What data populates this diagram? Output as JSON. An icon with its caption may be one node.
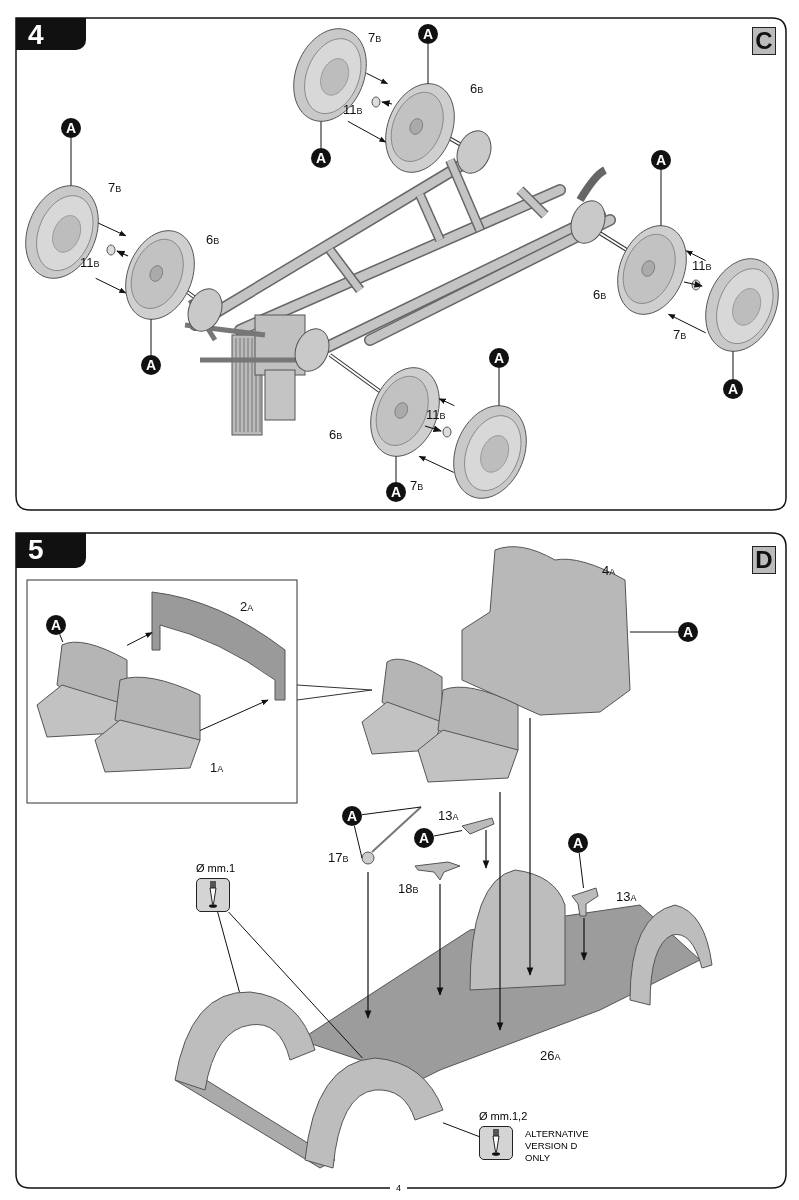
{
  "diagram": {
    "nodes": [
      {
        "text": [
          "A"
        ]
      },
      {
        "text": [
          "A"
        ]
      },
      {
        "text": [
          "A"
        ]
      },
      {
        "text": [
          "A"
        ]
      },
      {
        "text": [
          "A"
        ]
      },
      {
        "text": [
          "A"
        ]
      },
      {
        "text": [
          "A"
        ]
      },
      {
        "text": [
          "A"
        ]
      },
      {
        "text": [
          "A"
        ]
      },
      {
        "text": [
          "A"
        ]
      },
      {
        "text": [
          "A"
        ]
      },
      {
        "text": [
          "A"
        ]
      },
      {
        "text": [
          "A"
        ]
      },
      {
        "text": [
          "Ø mm.1"
        ]
      },
      {
        "text": [
          "Ø mm.1,2"
        ],
        "beside": [
          "ALTERNATIVE VERSION D ONLY"
        ]
      },
      {
        "text": [],
        "shape": "picture"
      },
      {
        "text": [],
        "shape": "picture"
      },
      {
        "text": [],
        "shape": "picture"
      },
      {
        "text": [],
        "shape": "picture"
      },
      {
        "text": [],
        "shape": "picture"
      },
      {
        "text": [],
        "shape": "picture"
      },
      {
        "text": [],
        "shape": "picture"
      },
      {
        "text": [],
        "shape": "picture"
      },
      {
        "text": [],
        "shape": "picture"
      },
      {
        "text": [],
        "shape": "picture"
      },
      {
        "text": [],
        "shape": "picture"
      },
      {
        "text": [],
        "shape": "picture"
      },
      {
        "text": [],
        "shape": "picture"
      },
      {
        "text": [],
        "shape": "picture"
      },
      {
        "text": [],
        "shape": "picture"
      },
      {
        "text": [],
        "shape": "picture"
      },
      {
        "text": [],
        "shape": "picture"
      },
      {
        "text": [],
        "shape": "picture"
      },
      {
        "text": [],
        "shape": "picture"
      }
    ],
    "edges": [
      {
        "from": 0,
        "to": 17,
        "arrow": "none"
      },
      {
        "from": 1,
        "to": 16,
        "arrow": "none"
      },
      {
        "from": 2,
        "to": 15,
        "arrow": "none"
      },
      {
        "from": 3,
        "to": 18,
        "arrow": "none"
      },
      {
        "from": 4,
        "to": 19,
        "arrow": "none"
      },
      {
        "from": 5,
        "to": 22,
        "arrow": "none"
      },
      {
        "from": 6,
        "to": 20,
        "arrow": "none"
      },
      {
        "from": 7,
        "to": 21,
        "arrow": "none"
      },
      {
        "from": 8,
        "to": 23,
        "arrow": "none"
      },
      {
        "from": 9,
        "to": 24,
        "arrow": "none"
      },
      {
        "from": 10,
        "to": 25,
        "arrow": "none"
      },
      {
        "from": 10,
        "to": 25,
        "arrow": "none"
      },
      {
        "from": 11,
        "to": 26,
        "arrow": "none"
      },
      {
        "from": 12,
        "to": 27,
        "arrow": "none"
      },
      {
        "from": 13,
        "to": 28,
        "arrow": "none"
      },
      {
        "from": 13,
        "to": 29,
        "arrow": "none"
      },
      {
        "from": 14,
        "to": 29,
        "arrow": "none"
      },
      {
        "from": 15,
        "to": 16,
        "arrow": "to"
      },
      {
        "from": 15,
        "to": 16,
        "arrow": "to"
      },
      {
        "from": 17,
        "to": 18,
        "arrow": "to"
      },
      {
        "from": 17,
        "to": 18,
        "arrow": "to"
      },
      {
        "from": 20,
        "to": 19,
        "arrow": "to"
      },
      {
        "from": 20,
        "to": 19,
        "arrow": "to"
      },
      {
        "from": 22,
        "to": 21,
        "arrow": "to"
      },
      {
        "from": 22,
        "to": 21,
        "arrow": "to"
      },
      {
        "from": 23,
        "to": 33,
        "arrow": "to"
      },
      {
        "from": 32,
        "to": 33,
        "arrow": "to"
      }
    ],
    "labels": [
      "4",
      "C",
      "7$_{B}$",
      "6$_{B}$",
      "11$_{B}$",
      "7$_{B}$",
      "6$_{B}$",
      "11$_{B}$",
      "11$_{B}$",
      "6$_{B}$",
      "7$_{B}$",
      "11$_{B}$",
      "6$_{B}$",
      "7$_{B}$",
      "5",
      "D",
      "4$_{A}$",
      "2$_{A}$",
      "1$_{A}$",
      "13$_{A}$",
      "17$_{B}$",
      "18$_{B}$",
      "13$_{A}$",
      "26$_{A}$",
      "4"
    ]
  }
}
